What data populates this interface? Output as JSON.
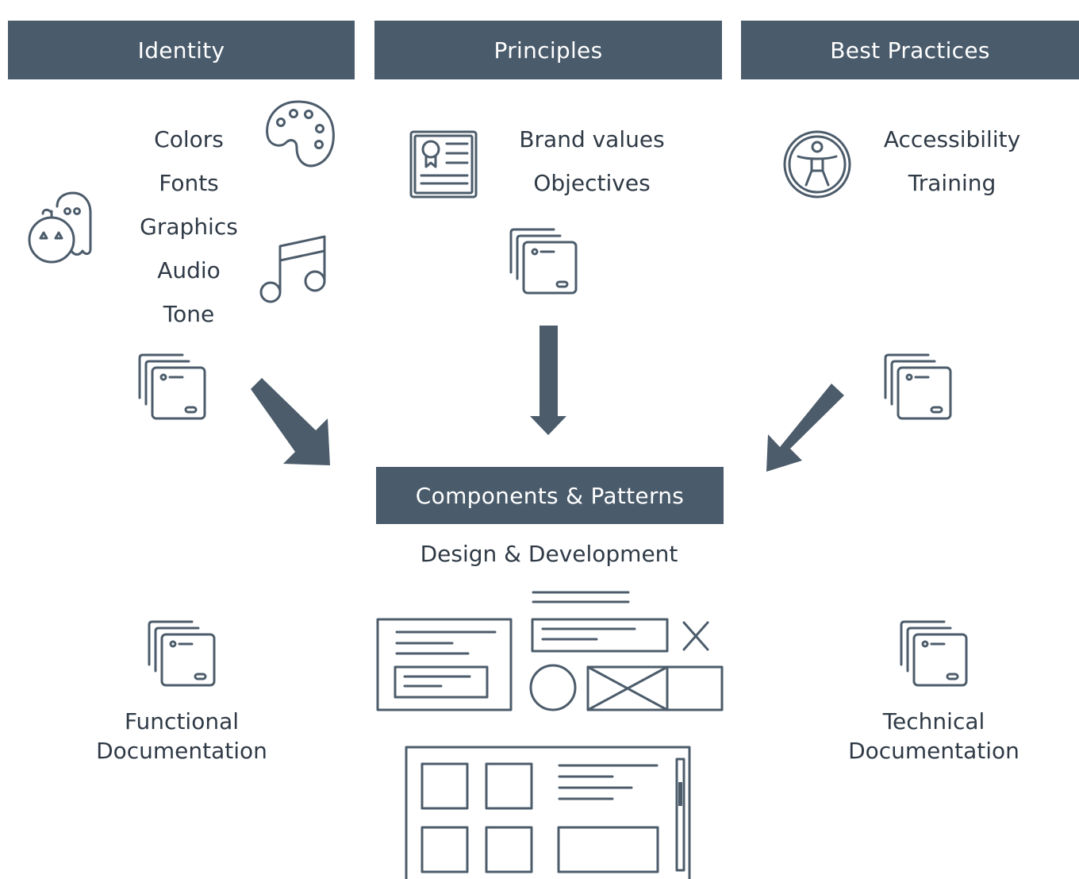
{
  "headers": {
    "identity": "Identity",
    "principles": "Principles",
    "best_practices": "Best Practices"
  },
  "identity_items": [
    "Colors",
    "Fonts",
    "Graphics",
    "Audio",
    "Tone"
  ],
  "principles_items": [
    "Brand values",
    "Objectives"
  ],
  "best_practices_items": [
    "Accessibility",
    "Training"
  ],
  "center": {
    "title": "Components & Patterns",
    "subtitle": "Design & Development"
  },
  "functional_doc": [
    "Functional",
    "Documentation"
  ],
  "technical_doc": [
    "Technical",
    "Documentation"
  ],
  "icons": [
    "palette-icon",
    "ghost-pumpkin-icon",
    "music-note-icon",
    "certificate-icon",
    "accessibility-icon",
    "stacked-documents-icon",
    "arrow-icon",
    "wireframe-icon"
  ],
  "colors": {
    "header_bg": "#4a5b6b",
    "line": "#4c5c6b"
  }
}
